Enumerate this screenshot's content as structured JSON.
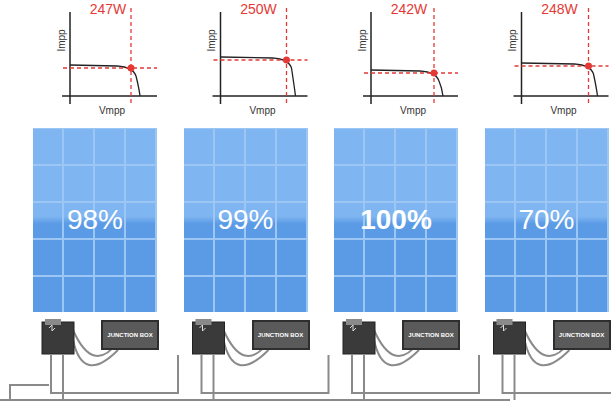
{
  "diagram": {
    "nodes": [
      {
        "text": [
          "98%"
        ]
      },
      {
        "text": [
          "99%"
        ]
      },
      {
        "text": [
          "100%"
        ]
      },
      {
        "text": [
          "70%"
        ]
      },
      {
        "text": [
          "JUNCTION BOX"
        ]
      },
      {
        "text": [
          "JUNCTION BOX"
        ]
      },
      {
        "text": [
          "JUNCTION BOX"
        ]
      },
      {
        "text": [
          "JUNCTION BOX"
        ]
      }
    ],
    "labels": [
      "247W",
      "250W",
      "242W",
      "248W",
      "Impp",
      "Impp",
      "Impp",
      "Impp",
      "Vmpp",
      "Vmpp",
      "Vmpp",
      "Vmpp"
    ]
  }
}
